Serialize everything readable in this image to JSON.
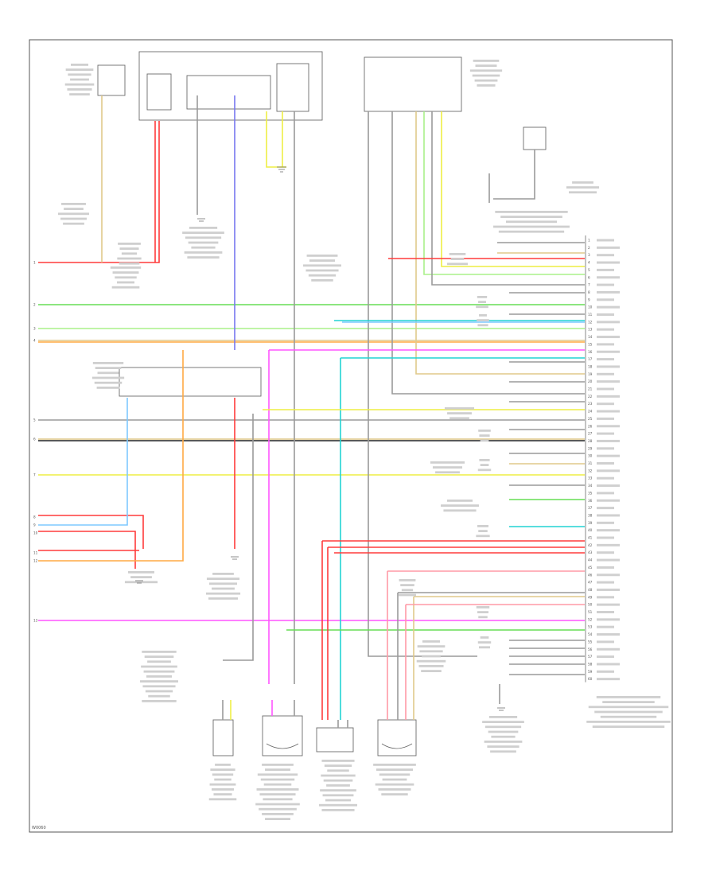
{
  "diagram": {
    "footer_code": "W0060",
    "colors": {
      "red": "#ff3b3b",
      "pink": "#ff9aa6",
      "blue": "#7777ee",
      "light_blue": "#7ec8ff",
      "cyan": "#22d3d3",
      "green": "#66dd55",
      "light_green": "#aaf08a",
      "yellow": "#eeee44",
      "tan": "#e0c98a",
      "orange": "#ffaa44",
      "magenta": "#ff55ff",
      "violet": "#cc88ff",
      "gray": "#9a9a9a",
      "black": "#222222"
    },
    "left_refs": [
      "1",
      "2",
      "3",
      "4",
      "5",
      "6",
      "7",
      "8",
      "9",
      "10",
      "11",
      "12",
      "13"
    ],
    "pin_numbers": [
      "1",
      "2",
      "3",
      "4",
      "5",
      "6",
      "7",
      "8",
      "9",
      "10",
      "11",
      "12",
      "13",
      "14",
      "15",
      "16",
      "17",
      "18",
      "19",
      "20",
      "21",
      "22",
      "23",
      "24",
      "25",
      "26",
      "27",
      "28",
      "29",
      "30",
      "31",
      "32",
      "33",
      "34",
      "35",
      "36",
      "37",
      "38",
      "39",
      "40",
      "41",
      "42",
      "43",
      "44",
      "45",
      "46",
      "47",
      "48",
      "49",
      "50",
      "51",
      "52",
      "53",
      "54",
      "55",
      "56",
      "57",
      "58",
      "59",
      "60"
    ]
  }
}
